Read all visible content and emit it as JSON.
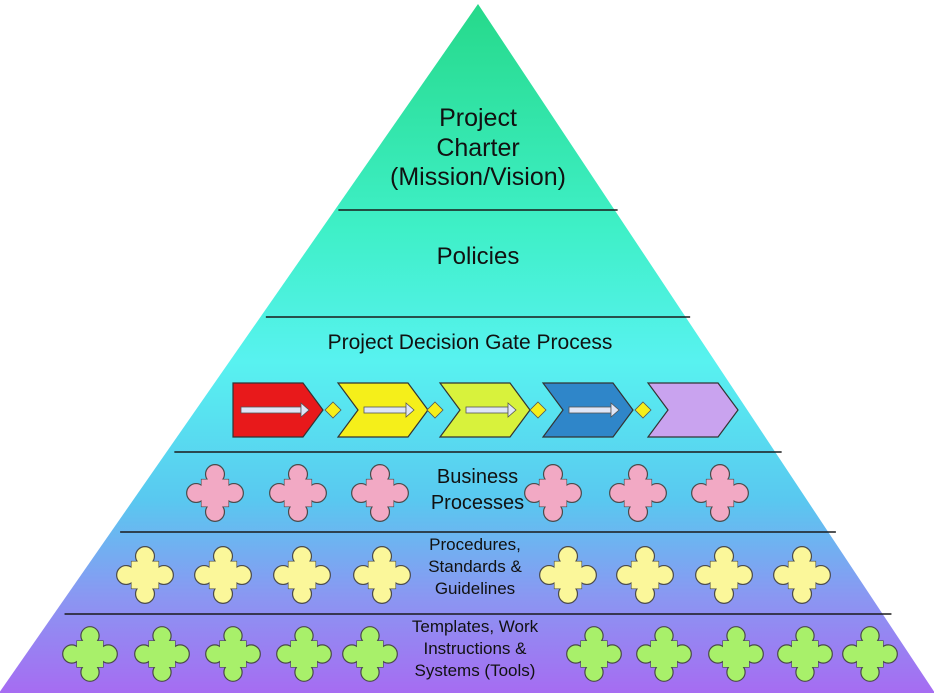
{
  "pyramid": {
    "charter": {
      "lines": [
        "Project",
        "Charter",
        "(Mission/Vision)"
      ]
    },
    "policies": {
      "label": "Policies"
    },
    "gate": {
      "label": "Project Decision Gate Process",
      "stage_colors": [
        "#e8191b",
        "#f5ef1a",
        "#d8f23c",
        "#2f86c9",
        "#c9a3ef"
      ]
    },
    "business": {
      "lines": [
        "Business",
        "Processes"
      ],
      "piece_color": "#f2a9c4",
      "piece_count": 6
    },
    "procedures": {
      "lines": [
        "Procedures,",
        "Standards &",
        "Guidelines"
      ],
      "piece_color": "#fbf79a",
      "piece_count": 8
    },
    "templates": {
      "lines": [
        "Templates, Work",
        "Instructions &",
        "Systems (Tools)"
      ],
      "piece_color": "#a8f06a",
      "piece_count": 10
    }
  }
}
